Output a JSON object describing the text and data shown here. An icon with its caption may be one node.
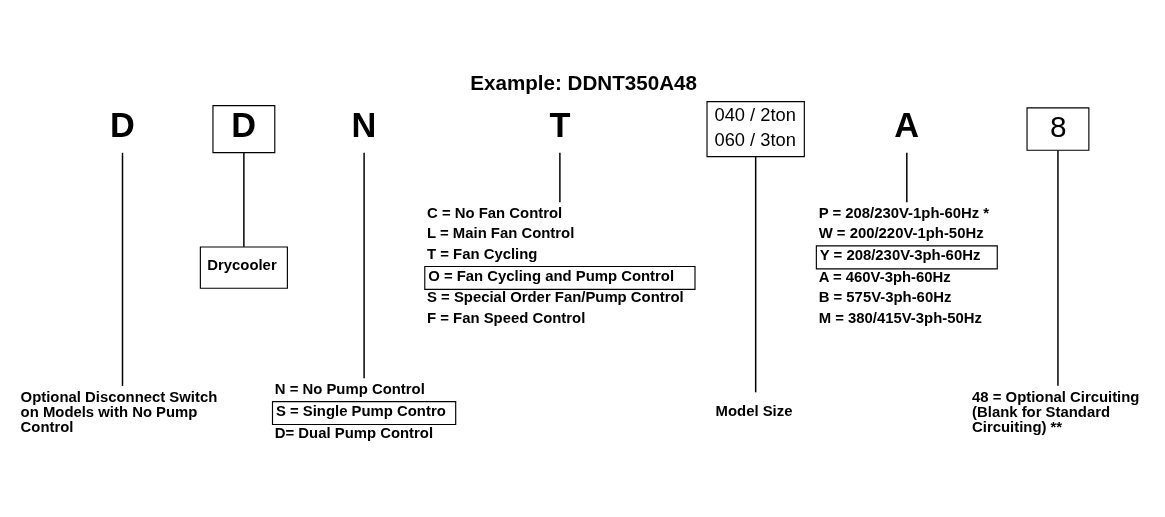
{
  "diagram": {
    "title": "Example: DDNT350A48",
    "nodes": [
      {
        "text": [
          "D"
        ]
      },
      {
        "text": [
          "D"
        ]
      },
      {
        "text": [
          "N"
        ]
      },
      {
        "text": [
          "T"
        ]
      },
      {
        "text": [
          "040 / 2ton",
          "060 / 3ton"
        ]
      },
      {
        "text": [
          "A"
        ]
      },
      {
        "text": [
          "8"
        ]
      },
      {
        "text": [
          "Drycooler"
        ]
      },
      {
        "text": [
          "C = No Fan Control",
          "L = Main Fan Control",
          "T = Fan Cycling",
          "O = Fan Cycling and Pump Control",
          "S = Special Order Fan/Pump Control",
          "F = Fan Speed Control"
        ]
      },
      {
        "text": [
          "P = 208/230V-1ph-60Hz *",
          "W = 200/220V-1ph-50Hz",
          "Y = 208/230V-3ph-60Hz",
          "A = 460V-3ph-60Hz",
          "B = 575V-3ph-60Hz",
          "M = 380/415V-3ph-50Hz"
        ]
      },
      {
        "text": [
          "Optional Disconnect Switch on Models with No Pump Control"
        ]
      },
      {
        "text": [
          "N = No Pump Control",
          "S = Single Pump Contro",
          "D= Dual Pump Control"
        ]
      },
      {
        "text": [
          "Model Size"
        ]
      },
      {
        "text": [
          "48 = Optional Circuiting (Blank for Standard Circuiting) **"
        ]
      }
    ],
    "edges": [
      {
        "from": 0,
        "to": 10,
        "arrow": "none"
      },
      {
        "from": 1,
        "to": 7,
        "arrow": "none"
      },
      {
        "from": 2,
        "to": 11,
        "arrow": "none"
      },
      {
        "from": 3,
        "to": 8,
        "arrow": "none"
      },
      {
        "from": 4,
        "to": 12,
        "arrow": "none"
      },
      {
        "from": 5,
        "to": 9,
        "arrow": "none"
      },
      {
        "from": 6,
        "to": 13,
        "arrow": "none"
      }
    ]
  }
}
